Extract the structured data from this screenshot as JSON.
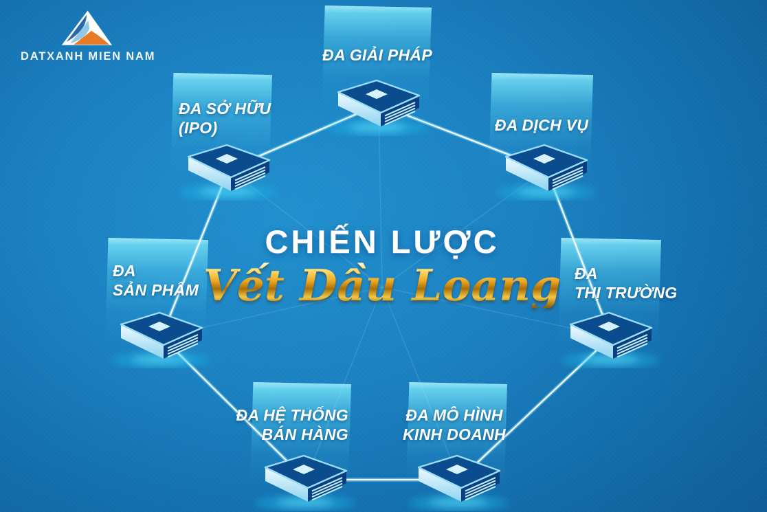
{
  "brand": {
    "name": "DATXANH MIEN NAM"
  },
  "title": {
    "line1": "CHIẾN LƯỢC",
    "line2": "Vết Dầu Loang"
  },
  "nodes": [
    {
      "id": "da-giai-phap",
      "lines": [
        "ĐA GIẢI PHÁP"
      ]
    },
    {
      "id": "da-so-huu-ipo",
      "lines": [
        "ĐA SỞ HỮU",
        "(IPO)"
      ]
    },
    {
      "id": "da-dich-vu",
      "lines": [
        "ĐA DỊCH VỤ"
      ]
    },
    {
      "id": "da-san-pham",
      "lines": [
        "ĐA",
        "SẢN PHẨM"
      ]
    },
    {
      "id": "da-thi-truong",
      "lines": [
        "ĐA",
        "THỊ TRƯỜNG"
      ]
    },
    {
      "id": "da-he-thong-ban-hang",
      "lines": [
        "ĐA HỆ THỐNG",
        "BÁN HÀNG"
      ]
    },
    {
      "id": "da-mo-hinh-kinh-doanh",
      "lines": [
        "ĐA MÔ HÌNH",
        "KINH DOANH"
      ]
    }
  ],
  "edges": [
    [
      "da-giai-phap",
      "da-so-huu-ipo"
    ],
    [
      "da-giai-phap",
      "da-dich-vu"
    ],
    [
      "da-so-huu-ipo",
      "da-san-pham"
    ],
    [
      "da-dich-vu",
      "da-thi-truong"
    ],
    [
      "da-san-pham",
      "da-he-thong-ban-hang"
    ],
    [
      "da-thi-truong",
      "da-mo-hinh-kinh-doanh"
    ],
    [
      "da-he-thong-ban-hang",
      "da-mo-hinh-kinh-doanh"
    ]
  ],
  "spokes_from_center": true,
  "icons": {
    "logo": "triangle-sail-logo-icon",
    "node": "isometric-box-icon"
  },
  "colors": {
    "background_center": "#2190cf",
    "background_edge": "#0f5e9a",
    "panel_cyan": "#50c8ea",
    "box_dark_blue": "#0a4c8e",
    "box_light_face": "#cdeef9",
    "connector_white": "#ffffff",
    "title_gold": "#eaa51f",
    "logo_dark_blue": "#2b67ab",
    "logo_light_blue": "#8ec9e8",
    "logo_orange": "#e87a25",
    "label_white": "#ffffff"
  }
}
